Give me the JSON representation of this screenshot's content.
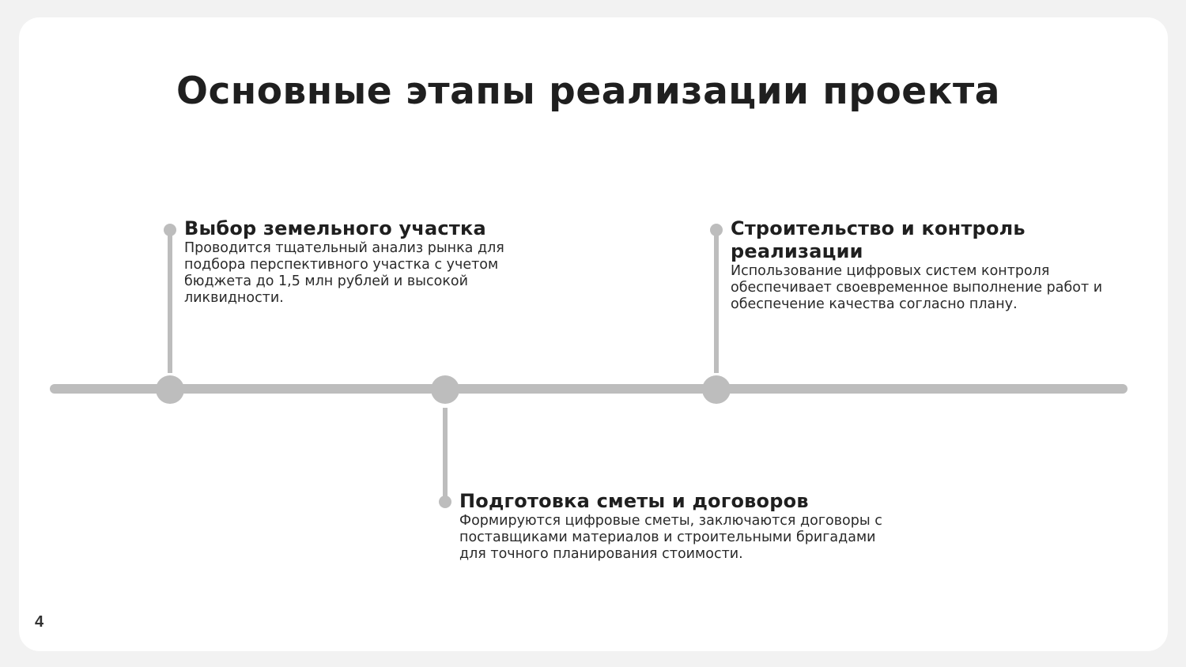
{
  "slide": {
    "title": "Основные этапы реализации проекта",
    "page_number": "4"
  },
  "stages": [
    {
      "title": "Выбор земельного участка",
      "description": "Проводится тщательный анализ рынка для подбора перспективного участка с учетом бюджета до 1,5 млн рублей и высокой ликвидности."
    },
    {
      "title": "Подготовка сметы и договоров",
      "description": "Формируются цифровые сметы, заключаются договоры с поставщиками материалов и строительными бригадами для точного планирования стоимости."
    },
    {
      "title": "Строительство и контроль реализации",
      "description": "Использование цифровых систем контроля обеспечивает своевременное выполнение работ и обеспечение качества согласно плану."
    }
  ],
  "colors": {
    "background": "#f2f2f2",
    "card": "#ffffff",
    "timeline": "#bdbdbd",
    "text": "#1f1f1f"
  }
}
